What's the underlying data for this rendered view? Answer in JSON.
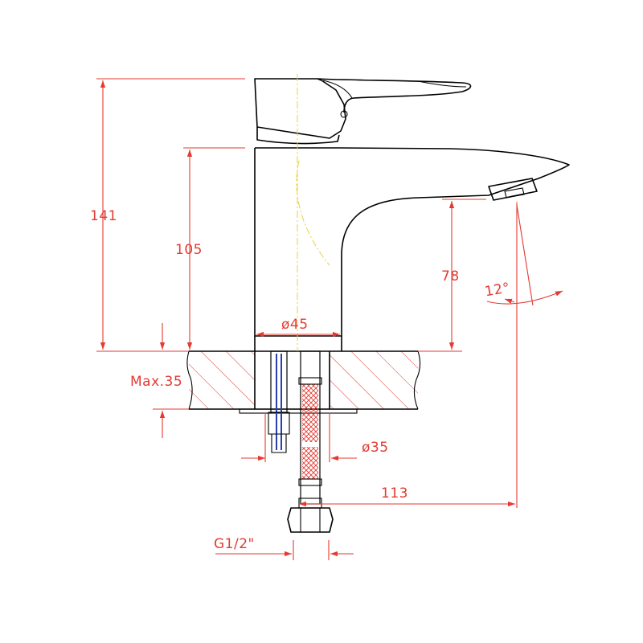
{
  "dimensions": {
    "total_height": "141",
    "spout_height": "105",
    "outlet_height": "78",
    "body_diameter": "ø45",
    "max_thickness": "Max.35",
    "hole_diameter": "ø35",
    "reach": "113",
    "thread": "G1/2\"",
    "angle": "12°"
  },
  "colors": {
    "outline": "#000000",
    "dimension": "#e53a32",
    "centerline": "#e8d23a",
    "hose_braid": "#e53a32",
    "stud": "#2b3fb0"
  }
}
